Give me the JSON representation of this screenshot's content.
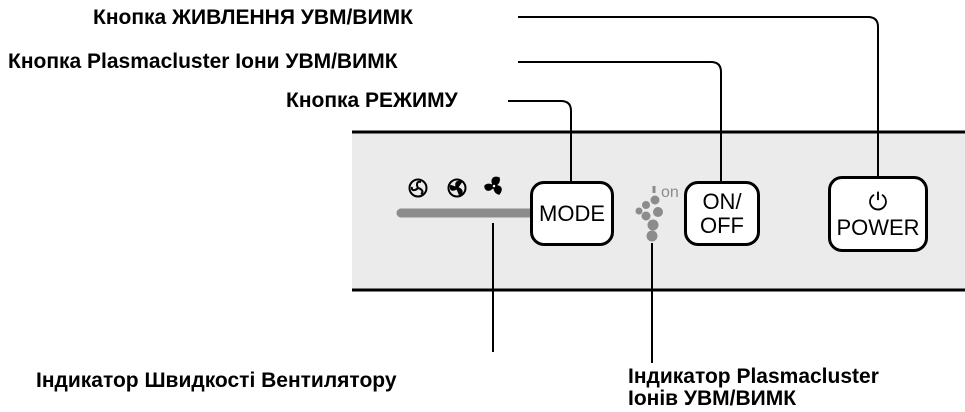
{
  "callouts": {
    "power_button": "Кнопка ЖИВЛЕННЯ УВМ/ВИМК",
    "plasmacluster_button": "Кнопка Plasmacluster Іони УВМ/ВИМК",
    "mode_button": "Кнопка РЕЖИМУ",
    "fan_speed_indicator": "Індикатор Швидкості Вентилятору",
    "plasmacluster_indicator_line1": "Індикатор Plasmacluster",
    "plasmacluster_indicator_line2": "Іонів УВМ/ВИМК"
  },
  "panel": {
    "mode_button_label": "MODE",
    "onoff_button_line1": "ON/",
    "onoff_button_line2": "OFF",
    "power_button_label": "POWER",
    "ion_on_text": "on",
    "power_symbol": "⏻"
  },
  "icons": [
    "fan-low-icon",
    "fan-medium-icon",
    "fan-high-icon",
    "plasmacluster-ion-icon",
    "power-symbol-icon"
  ],
  "colors": {
    "panel_fill": "#ebebeb",
    "indicator_bar": "#8c8c8c",
    "ion_dots": "#8c8c8c"
  }
}
